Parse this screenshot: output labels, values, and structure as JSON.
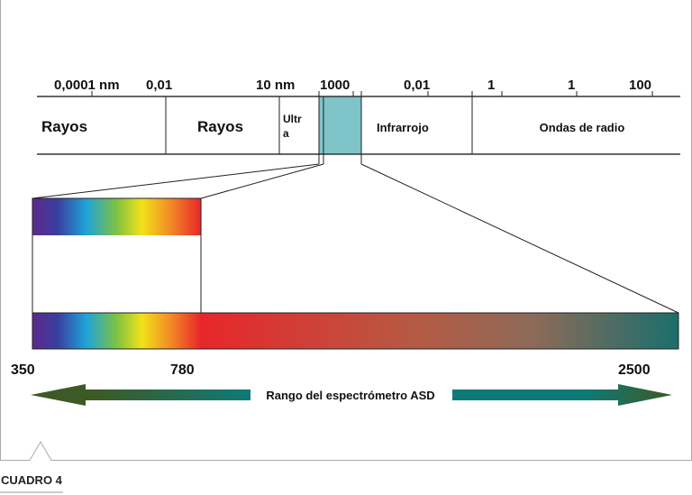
{
  "scale_labels": [
    "0,0001 nm",
    "0,01",
    "10 nm",
    "1000",
    "0,01",
    "1",
    "1",
    "100"
  ],
  "bands": {
    "gamma": "Rayos",
    "x": "Rayos",
    "uv_line1": "Ultr",
    "uv_line2": "a",
    "infrared": "Infrarrojo",
    "radio": "Ondas de radio"
  },
  "range_labels": {
    "start": "350",
    "visible_end": "780",
    "end": "2500"
  },
  "arrow_label": "Rango del espectrómetro ASD",
  "caption": "CUADRO 4",
  "colors": {
    "visible_band": "#7fc4c9",
    "arrow_dark": "#3d5a26",
    "arrow_teal": "#0e7a78",
    "nir_red": "#e8262a",
    "swir_teal": "#1a6e6c"
  }
}
